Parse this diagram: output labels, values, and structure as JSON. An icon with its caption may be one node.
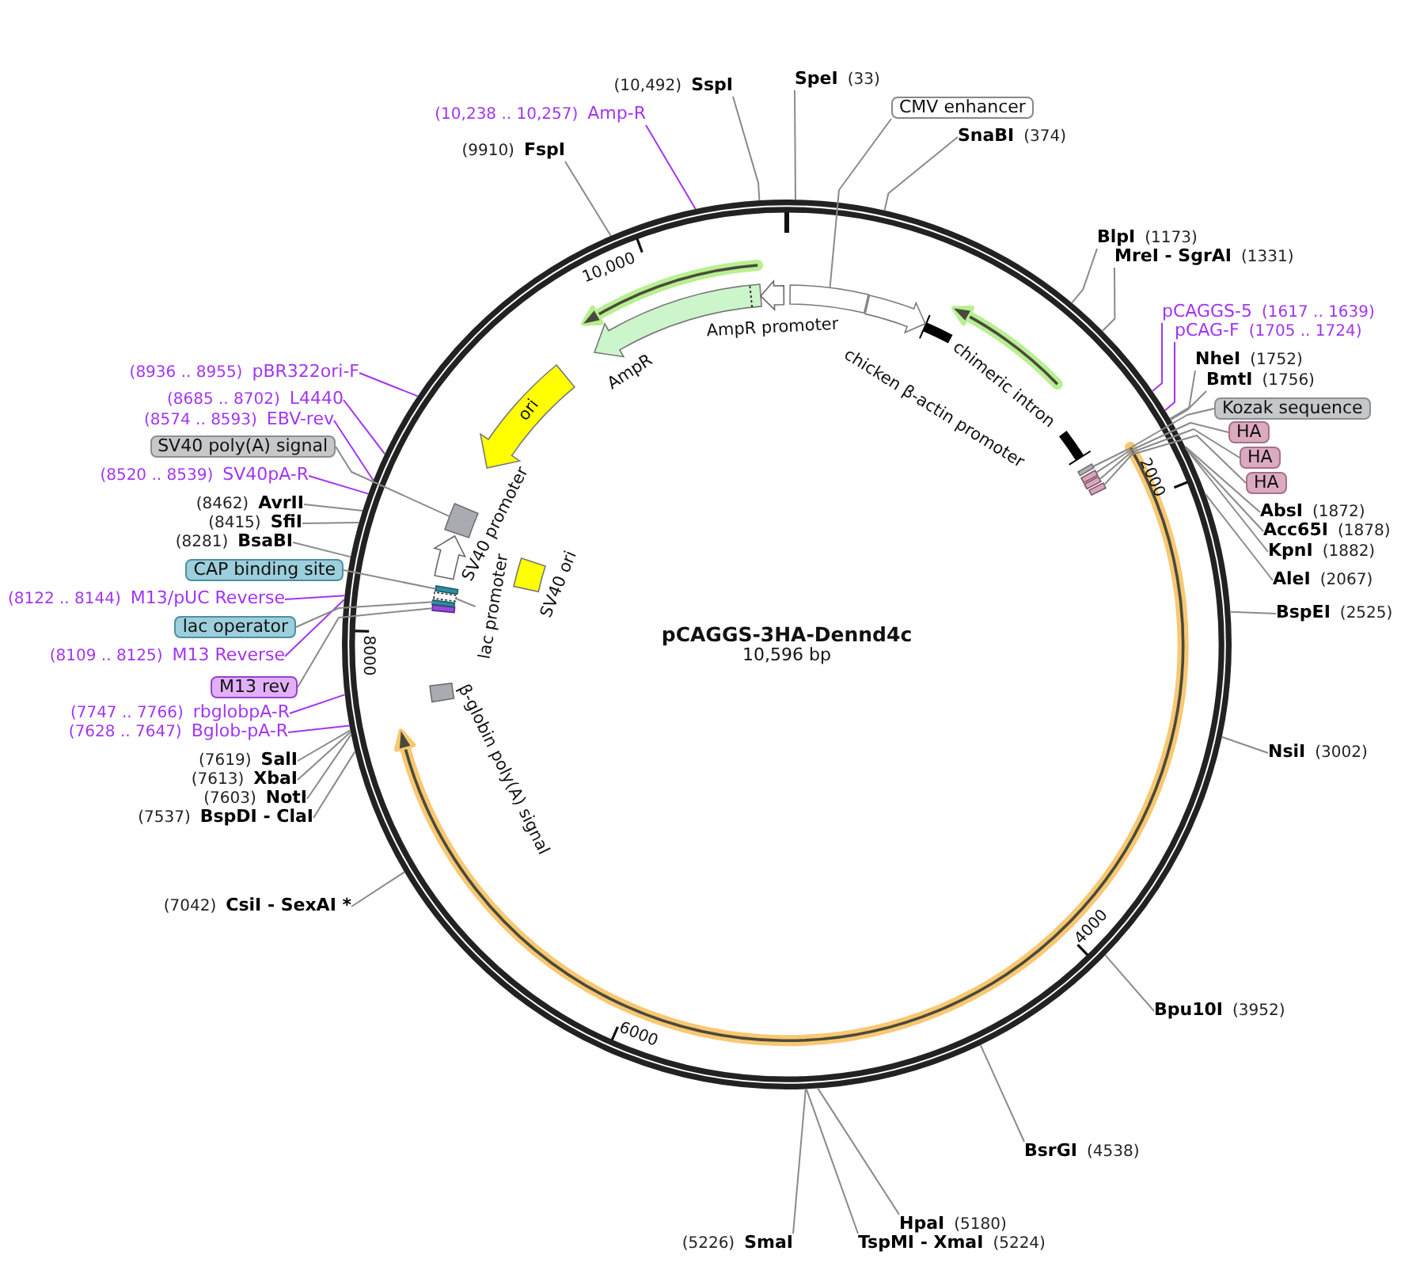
{
  "diagram": {
    "nodes": [
      {
        "text": [
          "pCAGGS-3HA-Dennd4c",
          "10,596 bp"
        ]
      },
      {
        "text": [],
        "shape": "box",
        "in": 0
      },
      {
        "text": [
          "chicken β-actin promoter"
        ],
        "in": 0
      },
      {
        "text": [
          "chimeric intron"
        ],
        "in": 0
      },
      {
        "text": [],
        "shape": "box",
        "in": 0
      },
      {
        "text": [],
        "shape": "box",
        "in": 0
      },
      {
        "text": [],
        "shape": "box",
        "in": 0
      },
      {
        "text": [],
        "shape": "box",
        "in": 0
      },
      {
        "text": [
          "β-globin poly(A) signal"
        ],
        "in": 0
      },
      {
        "text": [],
        "shape": "box",
        "in": 0
      },
      {
        "text": [],
        "shape": "box",
        "in": 0
      },
      {
        "text": [],
        "shape": "box",
        "in": 0
      },
      {
        "text": [
          "lac promoter"
        ],
        "in": 0
      },
      {
        "text": [],
        "shape": "box",
        "in": 0
      },
      {
        "text": [
          "SV40 ori"
        ],
        "in": 0
      },
      {
        "text": [
          "SV40 promoter"
        ],
        "in": 0
      },
      {
        "text": [],
        "shape": "box",
        "in": 0
      },
      {
        "text": [
          "ori"
        ],
        "in": 0
      },
      {
        "text": [
          "AmpR"
        ],
        "in": 0
      },
      {
        "text": [
          "AmpR promoter"
        ],
        "in": 0
      },
      {
        "text": [
          "SpeI",
          "(33)"
        ]
      },
      {
        "text": [
          "CMV enhancer"
        ]
      },
      {
        "text": [
          "SnaBI",
          "(374)"
        ]
      },
      {
        "text": [
          "BlpI",
          "(1173)"
        ]
      },
      {
        "text": [
          "MreI - SgrAI",
          "(1331)"
        ]
      },
      {
        "text": [
          "pCAGGS-5",
          "(1617 .. 1639)"
        ]
      },
      {
        "text": [
          "pCAG-F",
          "(1705 .. 1724)"
        ]
      },
      {
        "text": [
          "NheI",
          "(1752)"
        ]
      },
      {
        "text": [
          "BmtI",
          "(1756)"
        ]
      },
      {
        "text": [
          "Kozak sequence"
        ]
      },
      {
        "text": [
          "HA"
        ]
      },
      {
        "text": [
          "HA"
        ]
      },
      {
        "text": [
          "HA"
        ]
      },
      {
        "text": [
          "AbsI",
          "(1872)"
        ]
      },
      {
        "text": [
          "Acc65I",
          "(1878)"
        ]
      },
      {
        "text": [
          "KpnI",
          "(1882)"
        ]
      },
      {
        "text": [
          "AleI",
          "(2067)"
        ]
      },
      {
        "text": [
          "BspEI",
          "(2525)"
        ]
      },
      {
        "text": [
          "NsiI",
          "(3002)"
        ]
      },
      {
        "text": [
          "Bpu10I",
          "(3952)"
        ]
      },
      {
        "text": [
          "BsrGI",
          "(4538)"
        ]
      },
      {
        "text": [
          "HpaI",
          "(5180)"
        ]
      },
      {
        "text": [
          "TspMI - XmaI",
          "(5224)"
        ]
      },
      {
        "text": [
          "(5226)",
          "SmaI"
        ]
      },
      {
        "text": [
          "(7042)",
          "CsiI - SexAI *"
        ]
      },
      {
        "text": [
          "(7537)",
          "BspDI - ClaI"
        ]
      },
      {
        "text": [
          "(7603)",
          "NotI"
        ]
      },
      {
        "text": [
          "(7613)",
          "XbaI"
        ]
      },
      {
        "text": [
          "(7619)",
          "SalI"
        ]
      },
      {
        "text": [
          "(7628 .. 7647)",
          "Bglob-pA-R"
        ]
      },
      {
        "text": [
          "(7747 .. 7766)",
          "rbglobpA-R"
        ]
      },
      {
        "text": [
          "M13 rev"
        ]
      },
      {
        "text": [
          "(8109 .. 8125)",
          "M13 Reverse"
        ]
      },
      {
        "text": [
          "lac operator"
        ]
      },
      {
        "text": [
          "(8122 .. 8144)",
          "M13/pUC Reverse"
        ]
      },
      {
        "text": [
          "CAP binding site"
        ]
      },
      {
        "text": [
          "(8281)",
          "BsaBI"
        ]
      },
      {
        "text": [
          "(8415)",
          "SfiI"
        ]
      },
      {
        "text": [
          "(8462)",
          "AvrII"
        ]
      },
      {
        "text": [
          "(8520 .. 8539)",
          "SV40pA-R"
        ]
      },
      {
        "text": [
          "SV40 poly(A) signal"
        ]
      },
      {
        "text": [
          "(8574 .. 8593)",
          "EBV-rev"
        ]
      },
      {
        "text": [
          "(8685 .. 8702)",
          "L4440"
        ]
      },
      {
        "text": [
          "(8936 .. 8955)",
          "pBR322ori-F"
        ]
      },
      {
        "text": [
          "(9910)",
          "FspI"
        ]
      },
      {
        "text": [
          "(10,238 .. 10,257)",
          "Amp-R"
        ]
      },
      {
        "text": [
          "(10,492)",
          "SspI"
        ]
      }
    ],
    "edges": [
      {
        "from": 12,
        "to": 11,
        "arrow": "none"
      },
      {
        "from": 20,
        "to": 0,
        "arrow": "none"
      },
      {
        "from": 21,
        "to": 1,
        "arrow": "none"
      },
      {
        "from": 22,
        "to": 0,
        "arrow": "none"
      },
      {
        "from": 23,
        "to": 0,
        "arrow": "none"
      },
      {
        "from": 24,
        "to": 0,
        "arrow": "none"
      },
      {
        "from": 25,
        "to": 0,
        "arrow": "none",
        "color": "#a335f0"
      },
      {
        "from": 26,
        "to": 0,
        "arrow": "none",
        "color": "#a335f0"
      },
      {
        "from": 27,
        "to": 0,
        "arrow": "none"
      },
      {
        "from": 28,
        "to": 0,
        "arrow": "none"
      },
      {
        "from": 29,
        "to": 4,
        "arrow": "none"
      },
      {
        "from": 30,
        "to": 5,
        "arrow": "none"
      },
      {
        "from": 31,
        "to": 6,
        "arrow": "none"
      },
      {
        "from": 32,
        "to": 7,
        "arrow": "none"
      },
      {
        "from": 33,
        "to": 0,
        "arrow": "none"
      },
      {
        "from": 34,
        "to": 0,
        "arrow": "none"
      },
      {
        "from": 35,
        "to": 0,
        "arrow": "none"
      },
      {
        "from": 36,
        "to": 0,
        "arrow": "none"
      },
      {
        "from": 37,
        "to": 0,
        "arrow": "none"
      },
      {
        "from": 38,
        "to": 0,
        "arrow": "none"
      },
      {
        "from": 39,
        "to": 0,
        "arrow": "none"
      },
      {
        "from": 40,
        "to": 0,
        "arrow": "none"
      },
      {
        "from": 41,
        "to": 0,
        "arrow": "none"
      },
      {
        "from": 42,
        "to": 0,
        "arrow": "none"
      },
      {
        "from": 43,
        "to": 0,
        "arrow": "none"
      },
      {
        "from": 44,
        "to": 0,
        "arrow": "none"
      },
      {
        "from": 45,
        "to": 0,
        "arrow": "none"
      },
      {
        "from": 46,
        "to": 0,
        "arrow": "none"
      },
      {
        "from": 47,
        "to": 0,
        "arrow": "none"
      },
      {
        "from": 48,
        "to": 0,
        "arrow": "none"
      },
      {
        "from": 49,
        "to": 0,
        "arrow": "none",
        "color": "#a335f0"
      },
      {
        "from": 50,
        "to": 0,
        "arrow": "none",
        "color": "#a335f0"
      },
      {
        "from": 51,
        "to": 9,
        "arrow": "none"
      },
      {
        "from": 52,
        "to": 0,
        "arrow": "none",
        "color": "#a335f0"
      },
      {
        "from": 53,
        "to": 10,
        "arrow": "none"
      },
      {
        "from": 54,
        "to": 0,
        "arrow": "none",
        "color": "#a335f0"
      },
      {
        "from": 55,
        "to": 13,
        "arrow": "none"
      },
      {
        "from": 56,
        "to": 0,
        "arrow": "none"
      },
      {
        "from": 57,
        "to": 0,
        "arrow": "none"
      },
      {
        "from": 58,
        "to": 0,
        "arrow": "none"
      },
      {
        "from": 59,
        "to": 0,
        "arrow": "none",
        "color": "#a335f0"
      },
      {
        "from": 60,
        "to": 16,
        "arrow": "none"
      },
      {
        "from": 61,
        "to": 0,
        "arrow": "none",
        "color": "#a335f0"
      },
      {
        "from": 62,
        "to": 0,
        "arrow": "none",
        "color": "#a335f0"
      },
      {
        "from": 63,
        "to": 0,
        "arrow": "none",
        "color": "#a335f0"
      },
      {
        "from": 64,
        "to": 0,
        "arrow": "none"
      },
      {
        "from": 65,
        "to": 0,
        "arrow": "none",
        "color": "#a335f0"
      },
      {
        "from": 66,
        "to": 0,
        "arrow": "none"
      }
    ],
    "labels": [
      "10,000",
      "2000",
      "8000",
      "4000",
      "6000"
    ]
  }
}
